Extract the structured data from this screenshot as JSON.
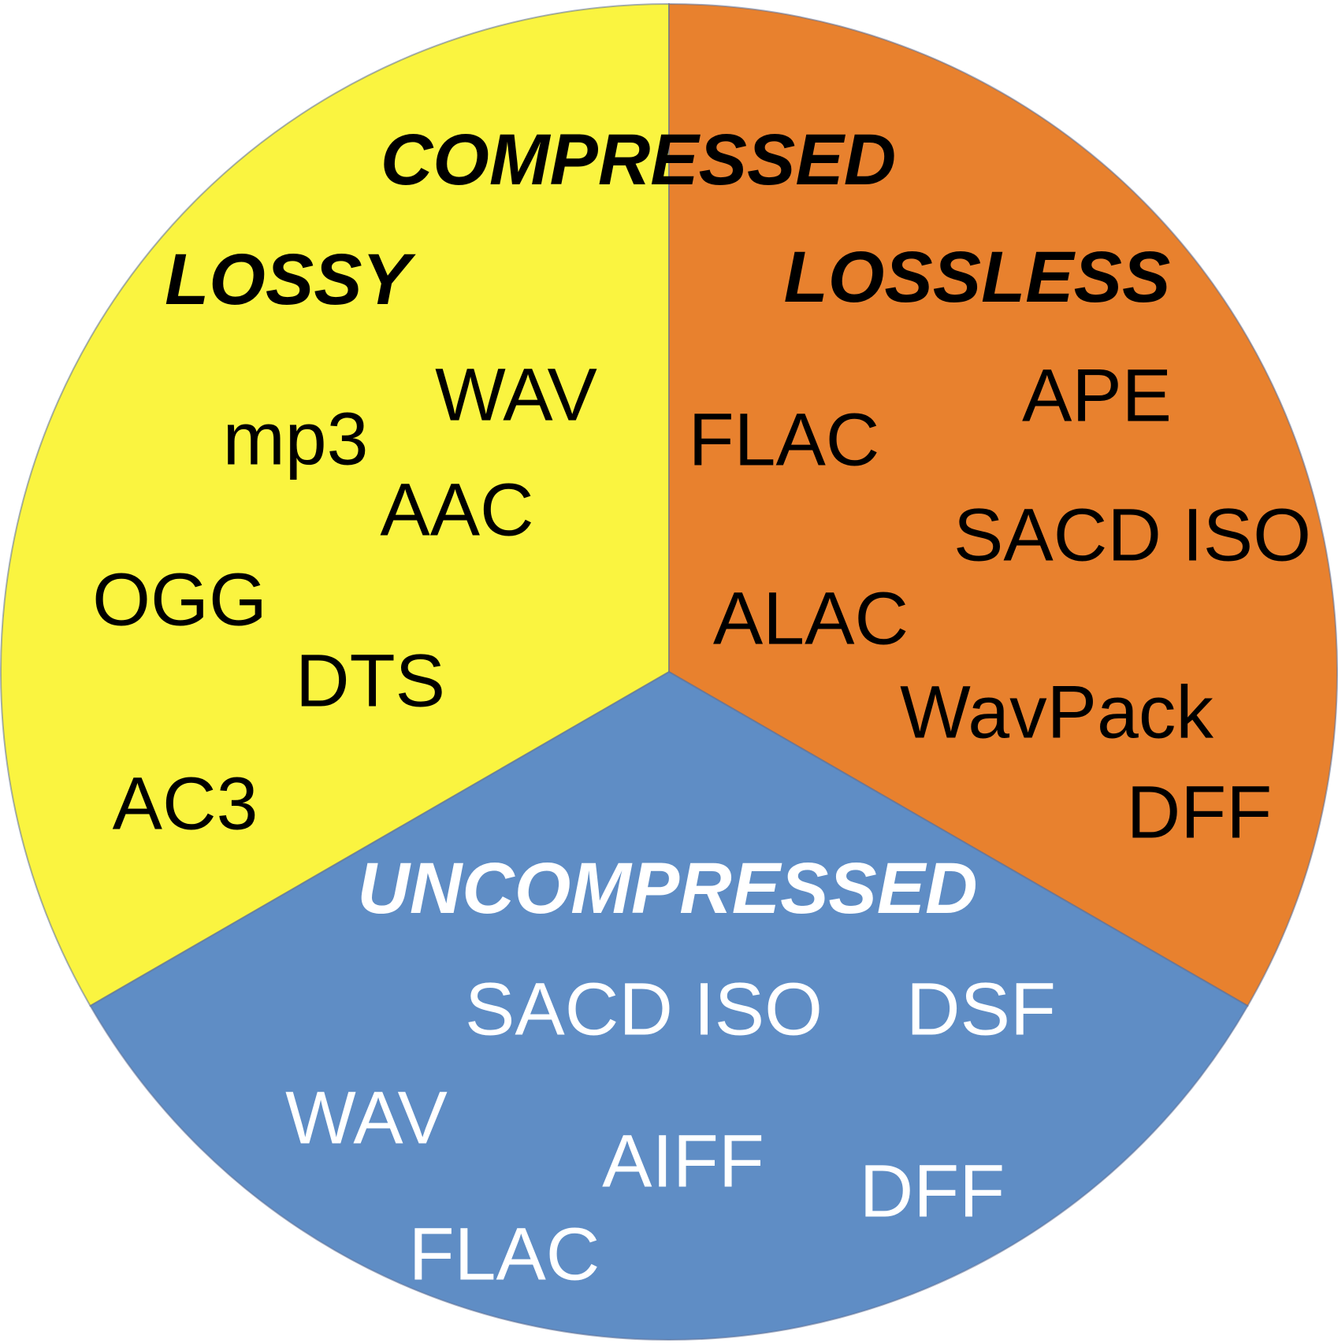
{
  "pie": {
    "top_label": "COMPRESSED",
    "segments": [
      {
        "id": "lossy",
        "title": "LOSSY",
        "color": "#FAF440",
        "text_color": "#000000",
        "formats": [
          "WAV",
          "mp3",
          "AAC",
          "OGG",
          "DTS",
          "AC3"
        ]
      },
      {
        "id": "lossless",
        "title": "LOSSLESS",
        "color": "#E8812E",
        "text_color": "#000000",
        "formats": [
          "FLAC",
          "APE",
          "SACD ISO",
          "ALAC",
          "WavPack",
          "DFF"
        ]
      },
      {
        "id": "uncompressed",
        "title": "UNCOMPRESSED",
        "color": "#5F8DC5",
        "text_color": "#FFFFFF",
        "formats": [
          "SACD ISO",
          "DSF",
          "WAV",
          "AIFF",
          "FLAC",
          "DFF"
        ]
      }
    ],
    "stroke_color": "#5C6F96"
  },
  "chart_data": {
    "type": "pie",
    "title": "",
    "categories": [
      "COMPRESSED LOSSY",
      "COMPRESSED LOSSLESS",
      "UNCOMPRESSED"
    ],
    "values": [
      33.33,
      33.33,
      33.33
    ],
    "colors": [
      "#FAF440",
      "#E8812E",
      "#5F8DC5"
    ],
    "legend_position": "none",
    "annotations": {
      "super_category_top": "COMPRESSED",
      "lossy_formats": [
        "WAV",
        "mp3",
        "AAC",
        "OGG",
        "DTS",
        "AC3"
      ],
      "lossless_formats": [
        "FLAC",
        "APE",
        "SACD ISO",
        "ALAC",
        "WavPack",
        "DFF"
      ],
      "uncompressed_formats": [
        "SACD ISO",
        "DSF",
        "WAV",
        "AIFF",
        "FLAC",
        "DFF"
      ]
    }
  }
}
